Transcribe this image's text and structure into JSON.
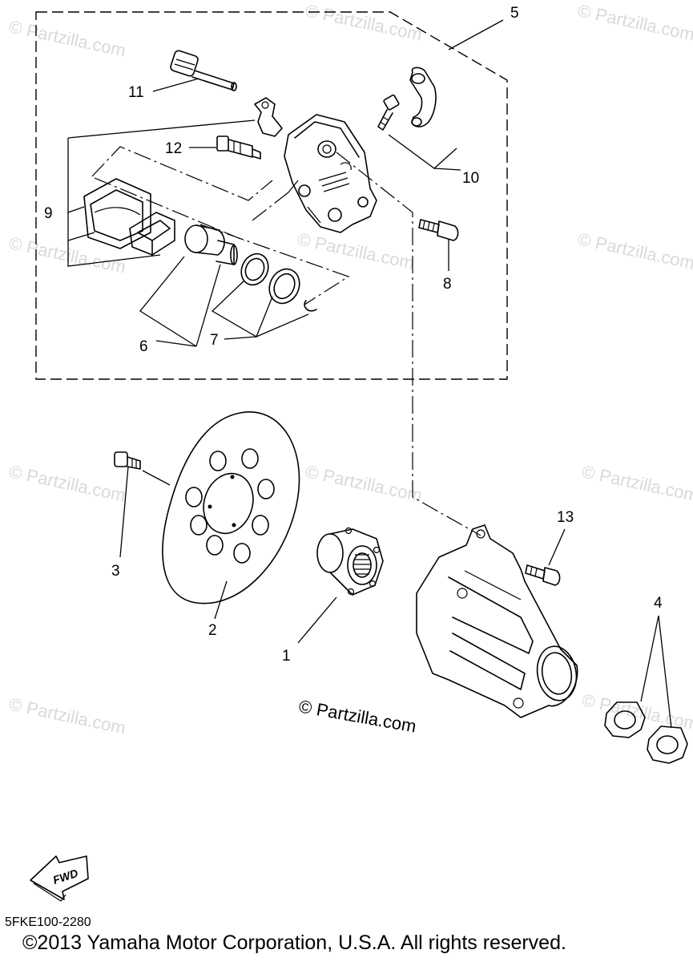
{
  "watermark_text": "© Partzilla.com",
  "callouts": {
    "p1": "1",
    "p2": "2",
    "p3": "3",
    "p4": "4",
    "p5": "5",
    "p6": "6",
    "p7": "7",
    "p8": "8",
    "p9": "9",
    "p10": "10",
    "p11": "11",
    "p12": "12",
    "p13": "13"
  },
  "partzilla_label": "© Partzilla.com",
  "fwd_label": "FWD",
  "diagram_code": "5FKE100-2280",
  "copyright": "©2013  Yamaha Motor Corporation, U.S.A. All rights reserved."
}
